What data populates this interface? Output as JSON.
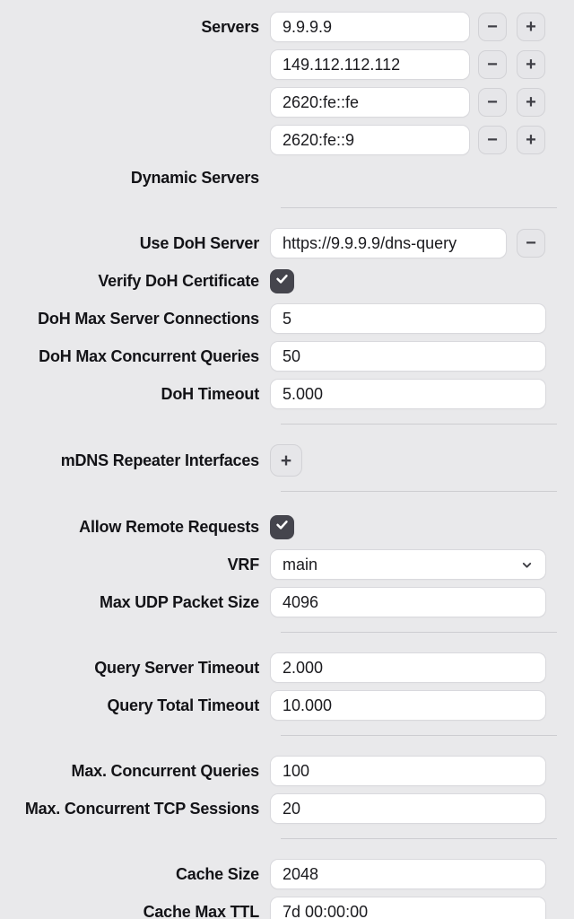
{
  "ui": {
    "minus_glyph": "−",
    "plus_glyph": "+",
    "colors": {
      "page_bg": "#e9e9eb",
      "field_bg": "#ffffff",
      "field_border": "#d9d9dd",
      "button_bg": "#e6e6e9",
      "button_border": "#d2d2d6",
      "divider": "#cdcdd1",
      "checkbox_bg": "#45454d",
      "text": "#131317"
    }
  },
  "form": {
    "servers": {
      "label": "Servers",
      "entries": [
        "9.9.9.9",
        "149.112.112.112",
        "2620:fe::fe",
        "2620:fe::9"
      ]
    },
    "dynamic_servers": {
      "label": "Dynamic Servers"
    },
    "use_doh_server": {
      "label": "Use DoH Server",
      "value": "https://9.9.9.9/dns-query"
    },
    "verify_doh_certificate": {
      "label": "Verify DoH Certificate",
      "checked": true
    },
    "doh_max_server_connections": {
      "label": "DoH Max Server Connections",
      "value": "5"
    },
    "doh_max_concurrent_queries": {
      "label": "DoH Max Concurrent Queries",
      "value": "50"
    },
    "doh_timeout": {
      "label": "DoH Timeout",
      "value": "5.000"
    },
    "mdns_repeater_interfaces": {
      "label": "mDNS Repeater Interfaces"
    },
    "allow_remote_requests": {
      "label": "Allow Remote Requests",
      "checked": true
    },
    "vrf": {
      "label": "VRF",
      "value": "main"
    },
    "max_udp_packet_size": {
      "label": "Max UDP Packet Size",
      "value": "4096"
    },
    "query_server_timeout": {
      "label": "Query Server Timeout",
      "value": "2.000"
    },
    "query_total_timeout": {
      "label": "Query Total Timeout",
      "value": "10.000"
    },
    "max_concurrent_queries": {
      "label": "Max. Concurrent Queries",
      "value": "100"
    },
    "max_concurrent_tcp_sessions": {
      "label": "Max. Concurrent TCP Sessions",
      "value": "20"
    },
    "cache_size": {
      "label": "Cache Size",
      "value": "2048"
    },
    "cache_max_ttl": {
      "label": "Cache Max TTL",
      "value": "7d 00:00:00"
    }
  }
}
